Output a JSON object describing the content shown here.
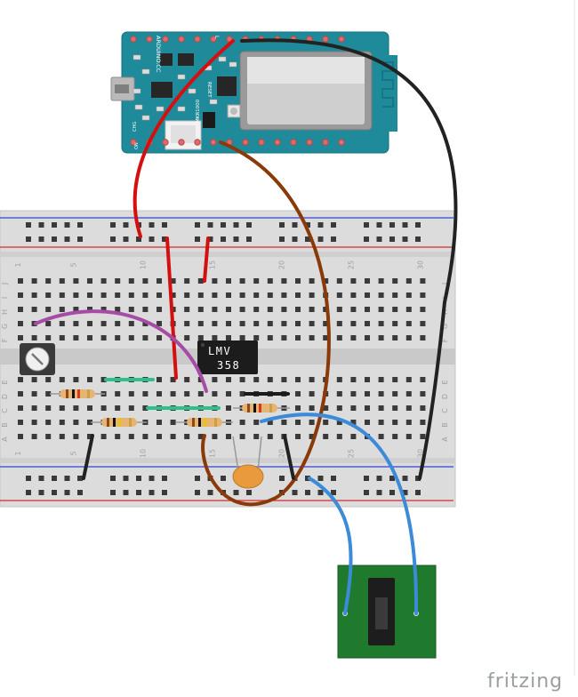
{
  "board": {
    "brand": "ARDUINO.CC",
    "pin_label": "L",
    "reset_label": "RESET",
    "side_label": "MKR1000",
    "chg_label": "CHG",
    "on_label": "ON"
  },
  "chip": {
    "line1": "LMV",
    "line2": "358"
  },
  "breadboard": {
    "column_labels": [
      "1",
      "5",
      "10",
      "15",
      "20",
      "25",
      "30"
    ],
    "row_labels_top": [
      "J",
      "I",
      "H",
      "G",
      "F"
    ],
    "row_labels_bottom": [
      "E",
      "D",
      "C",
      "B",
      "A"
    ]
  },
  "footer": {
    "brand": "fritzing"
  },
  "colors": {
    "board": "#1f8a99",
    "breadboard": "#dcdcdc",
    "rail_blue": "#2c46d6",
    "rail_red": "#d62b2b",
    "wire_red": "#d40f0f",
    "wire_black": "#222222",
    "wire_brown": "#8a3a08",
    "wire_purple": "#a64ca6",
    "wire_blue": "#3b8bd8",
    "jack_board": "#1f7a2e",
    "capacitor": "#e89a3c"
  }
}
